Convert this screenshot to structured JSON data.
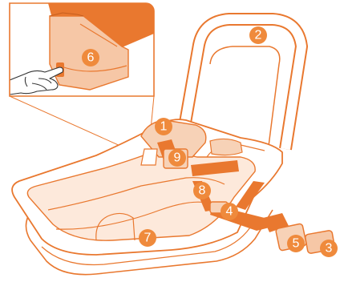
{
  "colors": {
    "outline": "#e9782f",
    "fill": "#f7d2b7",
    "fill_light": "#fbe7d8",
    "strap": "#e9782f",
    "badge": "#ef8a3c",
    "badge_text": "#ffffff",
    "hand_line": "#333333"
  },
  "callouts": [
    {
      "number": "1",
      "part": "handle-pivot"
    },
    {
      "number": "2",
      "part": "carry-handle"
    },
    {
      "number": "3",
      "part": "buckle-tongue"
    },
    {
      "number": "4",
      "part": "strap-guide"
    },
    {
      "number": "5",
      "part": "buckle"
    },
    {
      "number": "6",
      "part": "harness-release-tab"
    },
    {
      "number": "7",
      "part": "seat-shell"
    },
    {
      "number": "8",
      "part": "harness-strap"
    },
    {
      "number": "9",
      "part": "center-adjuster"
    }
  ],
  "inset_panel": {
    "shows": "detail-view-harness-release"
  }
}
